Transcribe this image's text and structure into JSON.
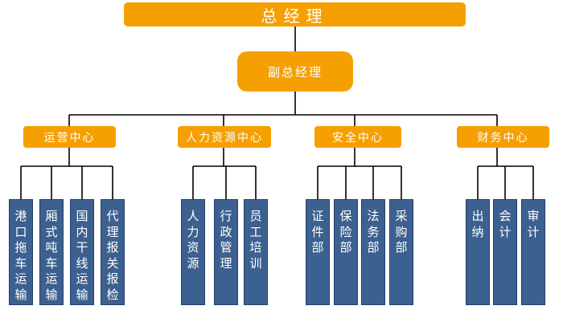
{
  "ceo": "总经理",
  "vice": "副总经理",
  "colors": {
    "orange": "#f5a000",
    "blue": "#3c608f",
    "line": "#000000"
  },
  "centers": [
    {
      "name": "运营中心",
      "departments": [
        "港口拖车运输",
        "厢式吨车运输",
        "国内干线运输",
        "代理报关报检"
      ]
    },
    {
      "name": "人力资源中心",
      "departments": [
        "人力资源",
        "行政管理",
        "员工培训"
      ]
    },
    {
      "name": "安全中心",
      "departments": [
        "证件部",
        "保险部",
        "法务部",
        "采购部"
      ]
    },
    {
      "name": "财务中心",
      "departments": [
        "出纳",
        "会计",
        "审计"
      ]
    }
  ]
}
